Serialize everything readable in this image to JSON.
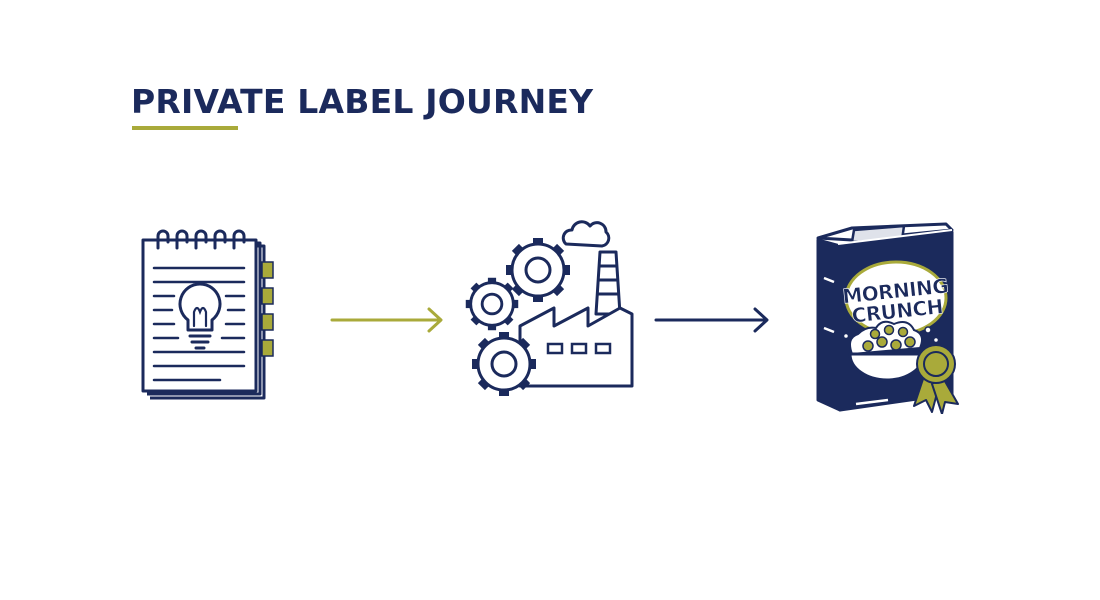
{
  "title": "PRIVATE LABEL JOURNEY",
  "colors": {
    "navy": "#1b2a5c",
    "olive": "#a9aa3a",
    "background": "#ffffff"
  },
  "steps": [
    {
      "icon": "notebook-lightbulb-icon"
    },
    {
      "icon": "factory-gears-icon"
    },
    {
      "icon": "cereal-box-icon"
    }
  ],
  "connectors": [
    {
      "icon": "arrow-right-icon",
      "color": "#a9aa3a"
    },
    {
      "icon": "arrow-right-icon",
      "color": "#1b2a5c"
    }
  ],
  "product": {
    "brand_line1": "MORNING",
    "brand_line2": "CRUNCH"
  }
}
